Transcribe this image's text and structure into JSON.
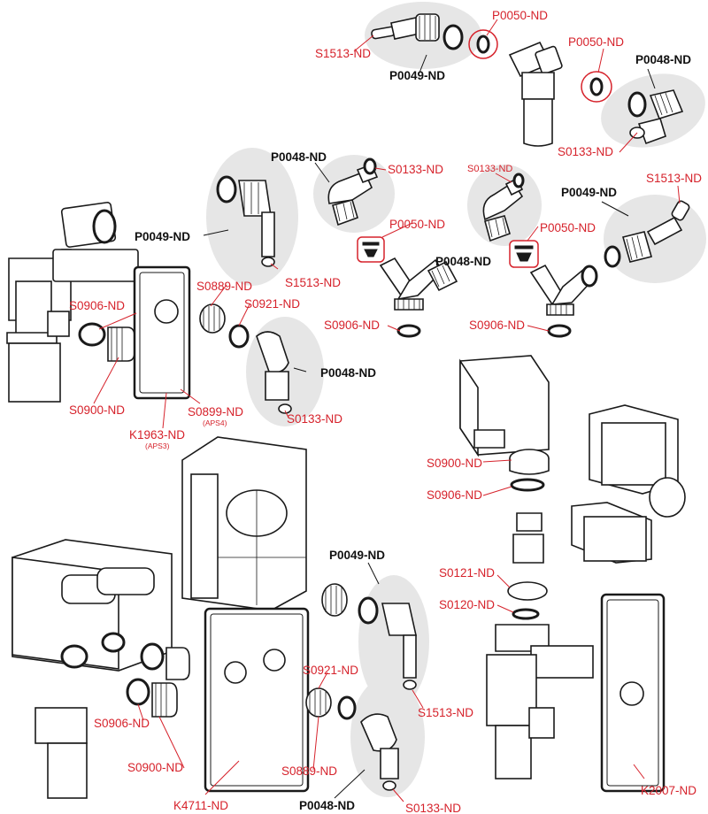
{
  "labels": {
    "s1513_a": "S1513-ND",
    "p0049_a": "P0049-ND",
    "p0050_a": "P0050-ND",
    "p0050_b": "P0050-ND",
    "p0048_a": "P0048-ND",
    "s0133_a": "S0133-ND",
    "p0048_b": "P0048-ND",
    "s0133_b": "S0133-ND",
    "s0133_c": "S0133-ND",
    "s1513_b": "S1513-ND",
    "p0049_b": "P0049-ND",
    "p0049_c": "P0049-ND",
    "p0050_c": "P0050-ND",
    "p0050_d": "P0050-ND",
    "p0048_c": "P0048-ND",
    "s1513_c": "S1513-ND",
    "s0889_a": "S0889-ND",
    "s0921_a": "S0921-ND",
    "s0906_a": "S0906-ND",
    "s0906_b": "S0906-ND",
    "s0906_c": "S0906-ND",
    "p0048_d": "P0048-ND",
    "s0900_a": "S0900-ND",
    "s0899": "S0899-ND",
    "s0899_note": "(APS4)",
    "s0133_d": "S0133-ND",
    "k1963": "K1963-ND",
    "k1963_note": "(APS3)",
    "s0900_b": "S0900-ND",
    "s0906_d": "S0906-ND",
    "p0049_d": "P0049-ND",
    "s0121": "S0121-ND",
    "s0120": "S0120-ND",
    "s0921_b": "S0921-ND",
    "s0906_e": "S0906-ND",
    "s1513_d": "S1513-ND",
    "s0900_c": "S0900-ND",
    "s0889_b": "S0889-ND",
    "k4711": "K4711-ND",
    "p0048_e": "P0048-ND",
    "s0133_e": "S0133-ND",
    "k2007": "K2007-ND"
  },
  "colors": {
    "label_red": "#d6222b",
    "label_black": "#111111",
    "group_gray": "#e6e6e6"
  }
}
